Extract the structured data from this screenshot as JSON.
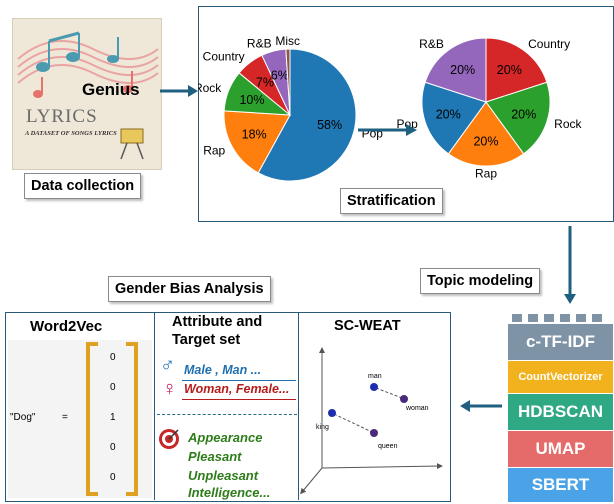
{
  "data_collection": {
    "genius": "Genius",
    "lyrics_title": "LYRICS",
    "lyrics_sub": "A DATASET OF SONGS LYRICS",
    "label": "Data collection"
  },
  "stratification": {
    "label": "Stratification",
    "pie_before": {
      "slices": [
        {
          "name": "Pop",
          "value": 58,
          "pct": "58%",
          "color": "#1f77b4"
        },
        {
          "name": "Rap",
          "value": 18,
          "pct": "18%",
          "color": "#ff7f0e"
        },
        {
          "name": "Rock",
          "value": 10,
          "pct": "10%",
          "color": "#2ca02c"
        },
        {
          "name": "Country",
          "value": 7,
          "pct": "7%",
          "color": "#d62728"
        },
        {
          "name": "R&B",
          "value": 6,
          "pct": "6%",
          "color": "#9467bd"
        },
        {
          "name": "Misc",
          "value": 1,
          "pct": "",
          "color": "#8c564b"
        }
      ]
    },
    "pie_after": {
      "slices": [
        {
          "name": "Country",
          "value": 20,
          "pct": "20%",
          "color": "#d62728"
        },
        {
          "name": "Rock",
          "value": 20,
          "pct": "20%",
          "color": "#2ca02c"
        },
        {
          "name": "Rap",
          "value": 20,
          "pct": "20%",
          "color": "#ff7f0e"
        },
        {
          "name": "Pop",
          "value": 20,
          "pct": "20%",
          "color": "#1f77b4"
        },
        {
          "name": "R&B",
          "value": 20,
          "pct": "20%",
          "color": "#9467bd"
        }
      ]
    }
  },
  "topic_modeling": {
    "label": "Topic modeling",
    "stack": [
      "c-TF-IDF",
      "CountVectorizer",
      "HDBSCAN",
      "UMAP",
      "SBERT"
    ]
  },
  "gender_bias": {
    "label": "Gender Bias Analysis",
    "word2vec": {
      "title": "Word2Vec",
      "word": "\"Dog\"",
      "equals": "=",
      "vector": [
        "0",
        "0",
        "1",
        "0",
        "0"
      ]
    },
    "attribute": {
      "title_line1": "Attribute and",
      "title_line2": "Target set",
      "male": "Male , Man ...",
      "female": "Woman, Female...",
      "targets": [
        "Appearance",
        "Pleasant",
        "Unpleasant",
        "Intelligence..."
      ]
    },
    "scweat": {
      "title": "SC-WEAT",
      "points": [
        "man",
        "woman",
        "king",
        "queen"
      ]
    }
  },
  "colors": {
    "arrow": "#1f5f80",
    "male_blue": "#1f6fb0",
    "female_pink": "#c2185b",
    "target_green": "#2e7d1a",
    "bracket": "#e0a020"
  }
}
